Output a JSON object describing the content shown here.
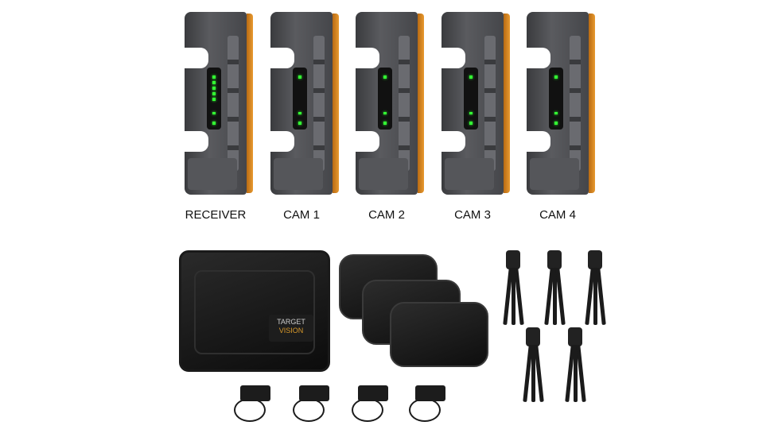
{
  "units": [
    {
      "label": "RECEIVER",
      "leds": 5
    },
    {
      "label": "CAM 1",
      "leds": 1
    },
    {
      "label": "CAM 2",
      "leds": 1
    },
    {
      "label": "CAM 3",
      "leds": 1
    },
    {
      "label": "CAM 4",
      "leds": 1
    }
  ],
  "hard_case": {
    "logo_line1": "TARGET",
    "logo_line2": "VISION"
  },
  "colors": {
    "accent_orange": "#e89a30",
    "device_gray": "#4a4b4f",
    "led_green": "#33ff33",
    "case_black": "#111111"
  }
}
